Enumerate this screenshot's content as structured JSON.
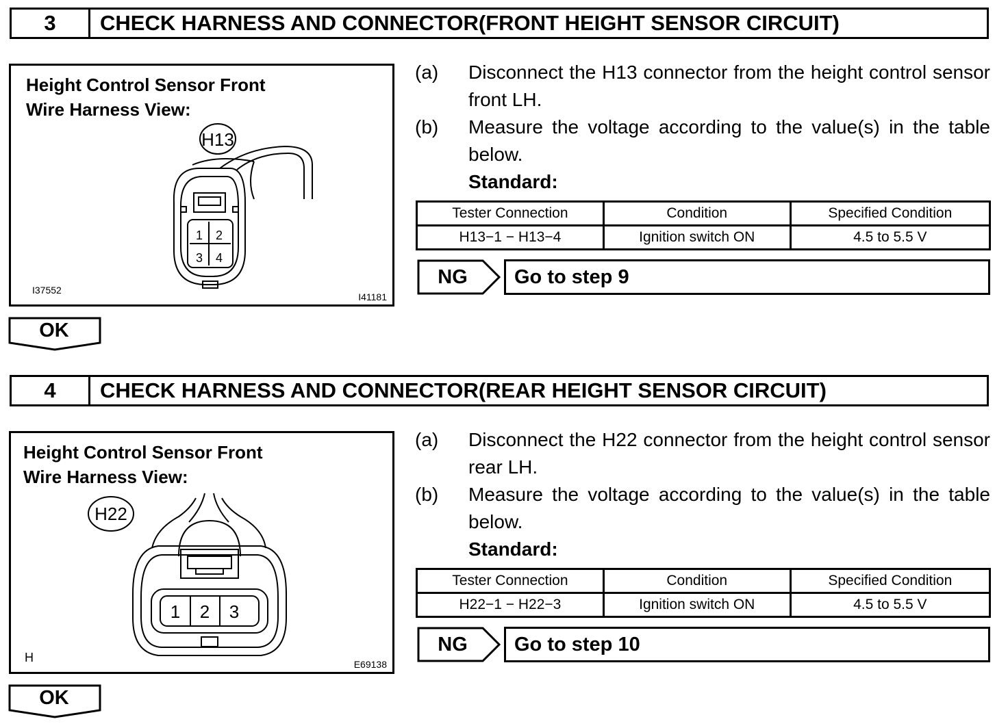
{
  "sections": [
    {
      "number": "3",
      "title": "CHECK HARNESS AND CONNECTOR(FRONT HEIGHT SENSOR CIRCUIT)",
      "figure": {
        "caption_line1": "Height Control Sensor Front",
        "caption_line2": "Wire Harness View:",
        "connector": "H13",
        "pins": [
          "1",
          "2",
          "3",
          "4"
        ],
        "code_left": "I37552",
        "code_right": "I41181"
      },
      "steps": [
        {
          "label": "(a)",
          "text": "Disconnect the H13 connector from the height control sensor front LH."
        },
        {
          "label": "(b)",
          "text": "Measure the voltage according to the value(s) in the table below."
        }
      ],
      "standard_label": "Standard:",
      "table": {
        "headers": [
          "Tester Connection",
          "Condition",
          "Specified Condition"
        ],
        "row": [
          "H13−1 − H13−4",
          "Ignition switch ON",
          "4.5 to 5.5 V"
        ]
      },
      "ng_label": "NG",
      "ng_goto": "Go to step 9",
      "ok_label": "OK"
    },
    {
      "number": "4",
      "title": "CHECK HARNESS AND CONNECTOR(REAR HEIGHT SENSOR CIRCUIT)",
      "figure": {
        "caption_line1": "Height Control Sensor Front",
        "caption_line2": "Wire Harness View:",
        "connector": "H22",
        "pins": [
          "1",
          "2",
          "3"
        ],
        "code_left": "H",
        "code_right": "E69138"
      },
      "steps": [
        {
          "label": "(a)",
          "text": "Disconnect the H22 connector from the height control sensor rear LH."
        },
        {
          "label": "(b)",
          "text": "Measure the voltage according to the value(s) in the table below."
        }
      ],
      "standard_label": "Standard:",
      "table": {
        "headers": [
          "Tester Connection",
          "Condition",
          "Specified Condition"
        ],
        "row": [
          "H22−1 − H22−3",
          "Ignition switch ON",
          "4.5 to 5.5 V"
        ]
      },
      "ng_label": "NG",
      "ng_goto": "Go to step 10",
      "ok_label": "OK"
    }
  ]
}
